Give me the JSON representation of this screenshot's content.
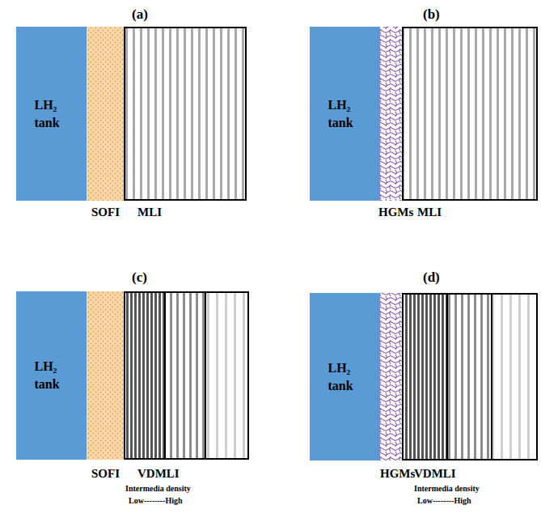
{
  "diagram": {
    "nodes": [
      {
        "text": [
          "LH₂ tank"
        ]
      },
      {
        "text": [
          "LH₂ tank"
        ]
      },
      {
        "text": [
          "LH₂ tank"
        ]
      },
      {
        "text": [
          "LH₂ tank"
        ]
      }
    ],
    "labels": [
      "(a)",
      "SOFI",
      "MLI",
      "(b)",
      "HGMs",
      "MLI",
      "(c)",
      "SOFI",
      "VDMLI",
      "Intermedia density",
      "Low--------High",
      "(d)",
      "HGMs",
      "VDMLI",
      "Intermedia density",
      "Low--------High"
    ]
  }
}
